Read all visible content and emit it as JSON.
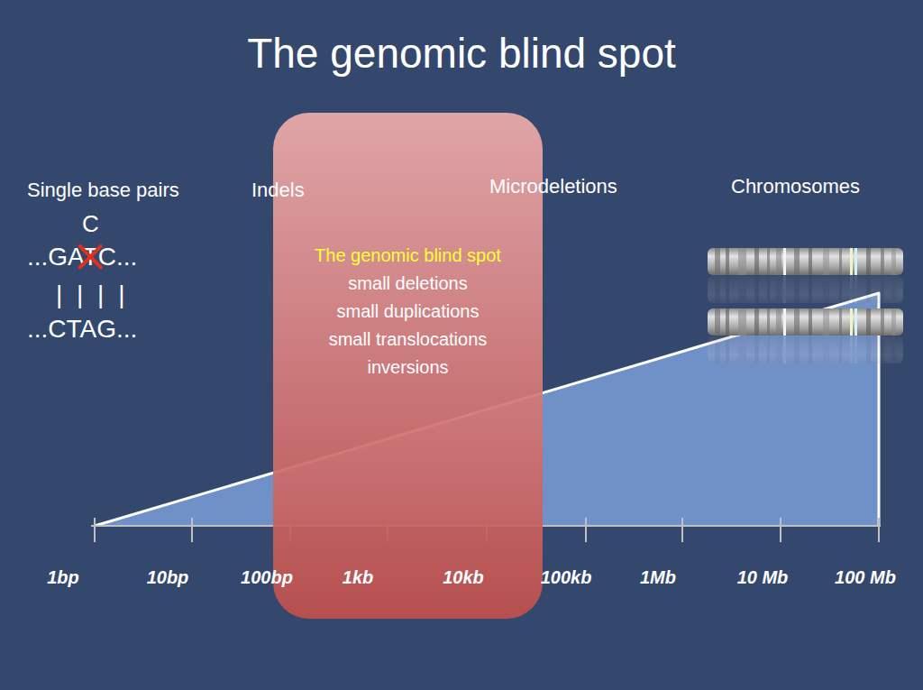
{
  "diagram": {
    "title": "The genomic blind spot",
    "nodes": [
      {
        "text": [
          "The genomic blind spot",
          "small deletions",
          "small duplications",
          "small translocations",
          "inversions"
        ]
      }
    ],
    "labels": [
      "Single base pairs",
      "Indels",
      "Microdeletions",
      "Chromosomes",
      "C",
      "...GATC...",
      "| | | |",
      "...CTAG...",
      "1bp",
      "10bp",
      "100bp",
      "1kb",
      "10kb",
      "100kb",
      "1Mb",
      "10 Mb",
      "100 Mb"
    ]
  }
}
